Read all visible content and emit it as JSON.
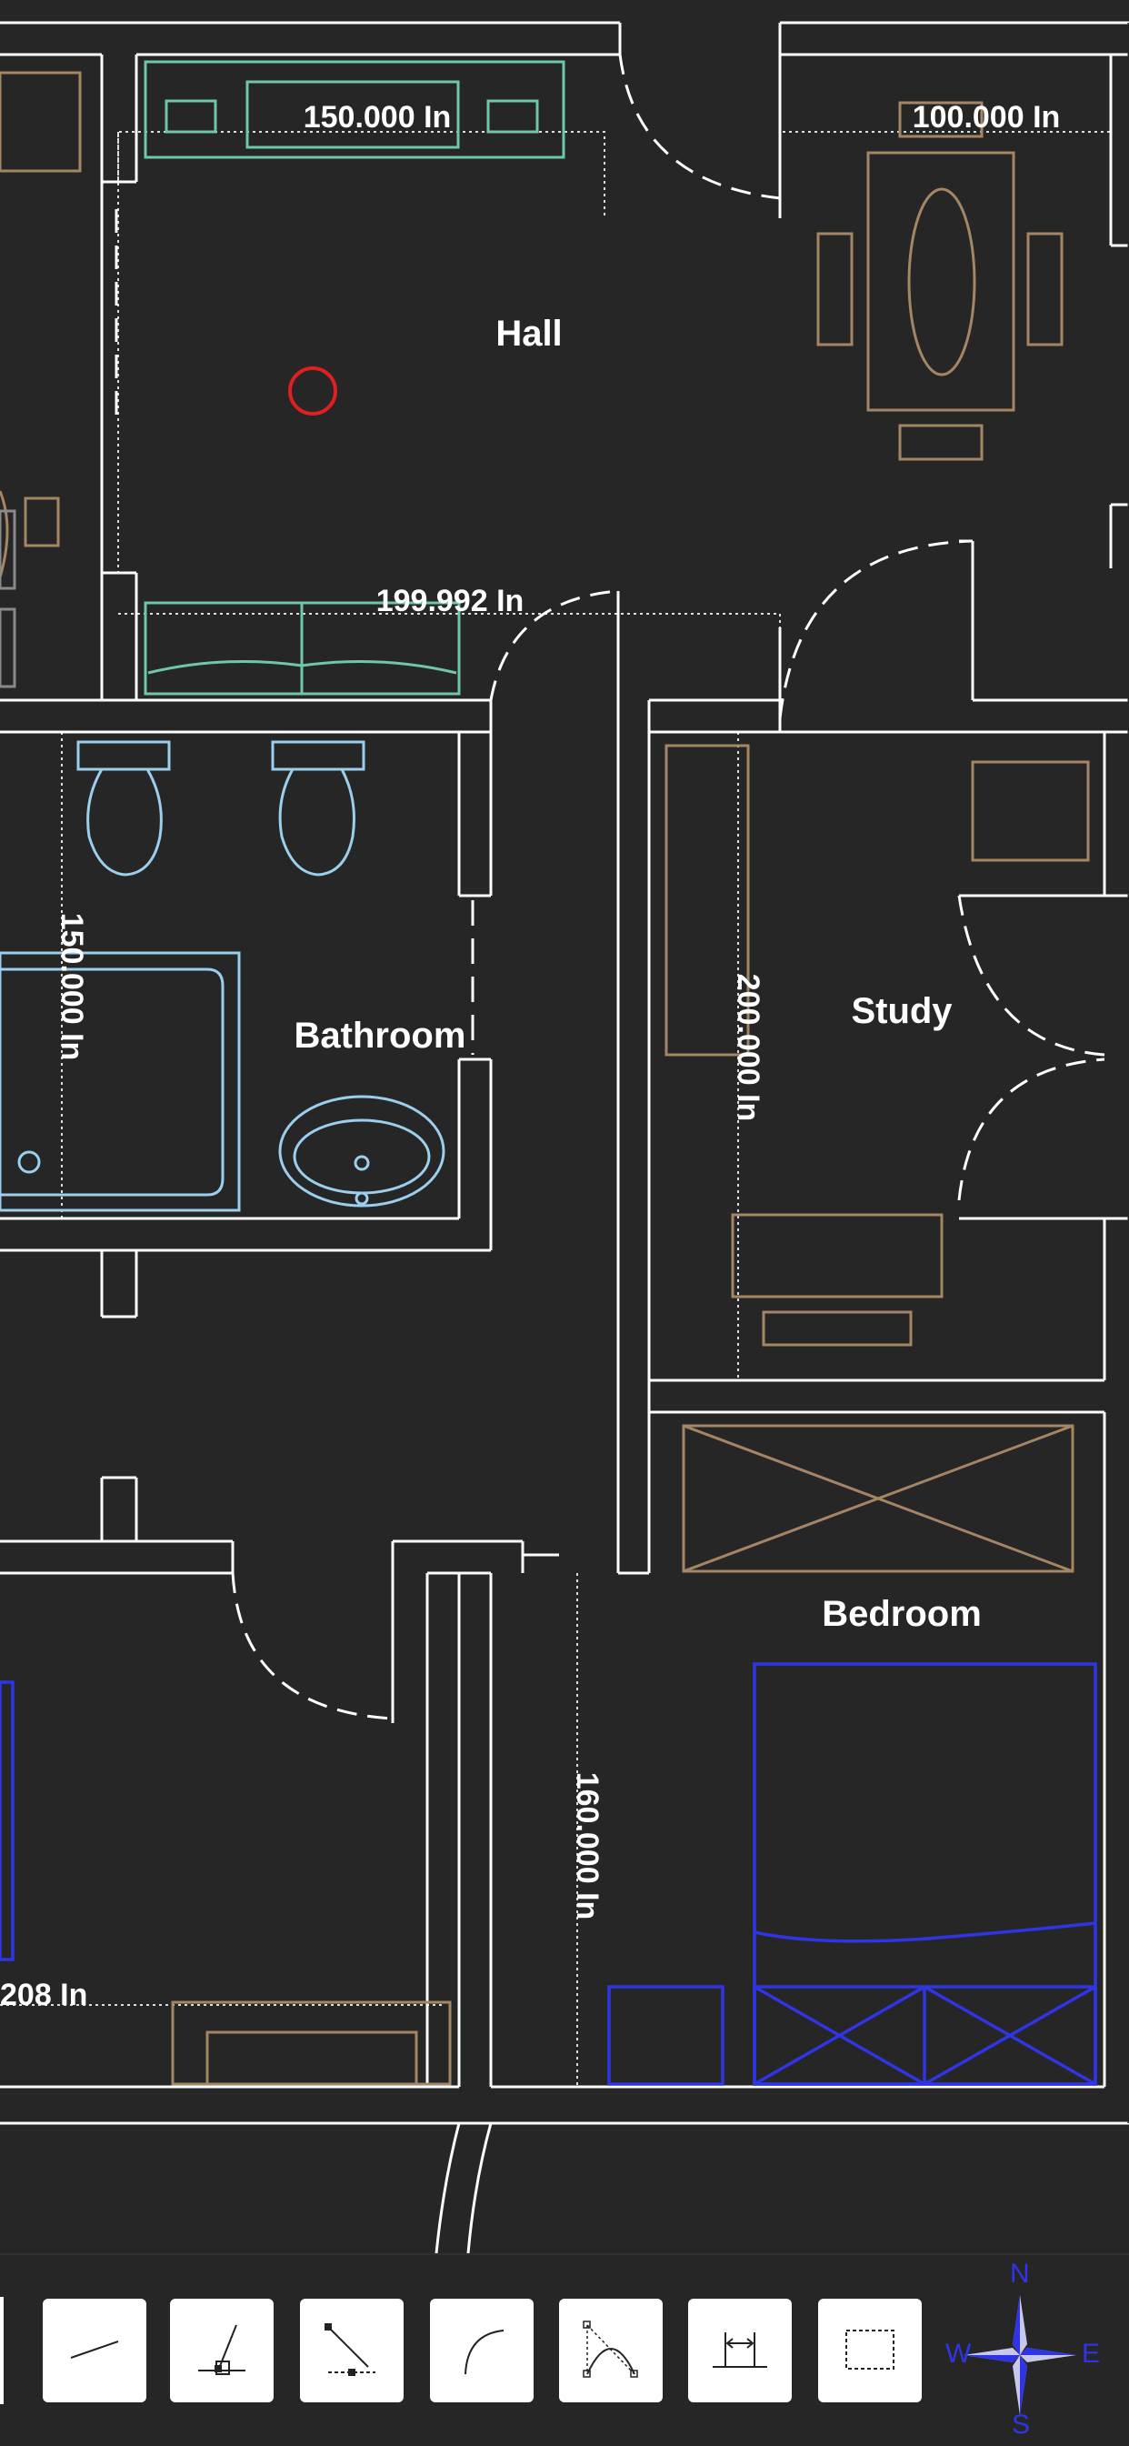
{
  "rooms": {
    "hall": "Hall",
    "bathroom": "Bathroom",
    "study": "Study",
    "bedroom": "Bedroom"
  },
  "dimensions": {
    "hall_sofa_width": "150.000 In",
    "hall_table_width": "100.000 In",
    "hall_couch_width": "199.992 In",
    "bathroom_tub": "150.000 In",
    "study_wall": "200.000 In",
    "bedroom_depth": "160.000 In",
    "left_room_partial": "208 In"
  },
  "toolbar": {
    "tools": [
      {
        "name": "line-tool",
        "icon": "line-icon"
      },
      {
        "name": "perpendicular-tool",
        "icon": "perpendicular-icon"
      },
      {
        "name": "angle-tool",
        "icon": "angle-icon"
      },
      {
        "name": "arc-tool",
        "icon": "arc-icon"
      },
      {
        "name": "curve-tool",
        "icon": "bezier-curve-icon"
      },
      {
        "name": "dimension-tool",
        "icon": "dimension-icon"
      },
      {
        "name": "rectangle-select-tool",
        "icon": "rectangle-select-icon"
      }
    ]
  },
  "compass": {
    "north": "N",
    "south": "S",
    "east": "E",
    "west": "W"
  },
  "colors": {
    "background": "#262626",
    "wall": "#ffffff",
    "furniture_brown": "#a48564",
    "furniture_teal": "#6fc7a9",
    "fixture_lightblue": "#9ccfee",
    "bed_blue": "#2f35e6",
    "marker_red": "#e02020"
  }
}
